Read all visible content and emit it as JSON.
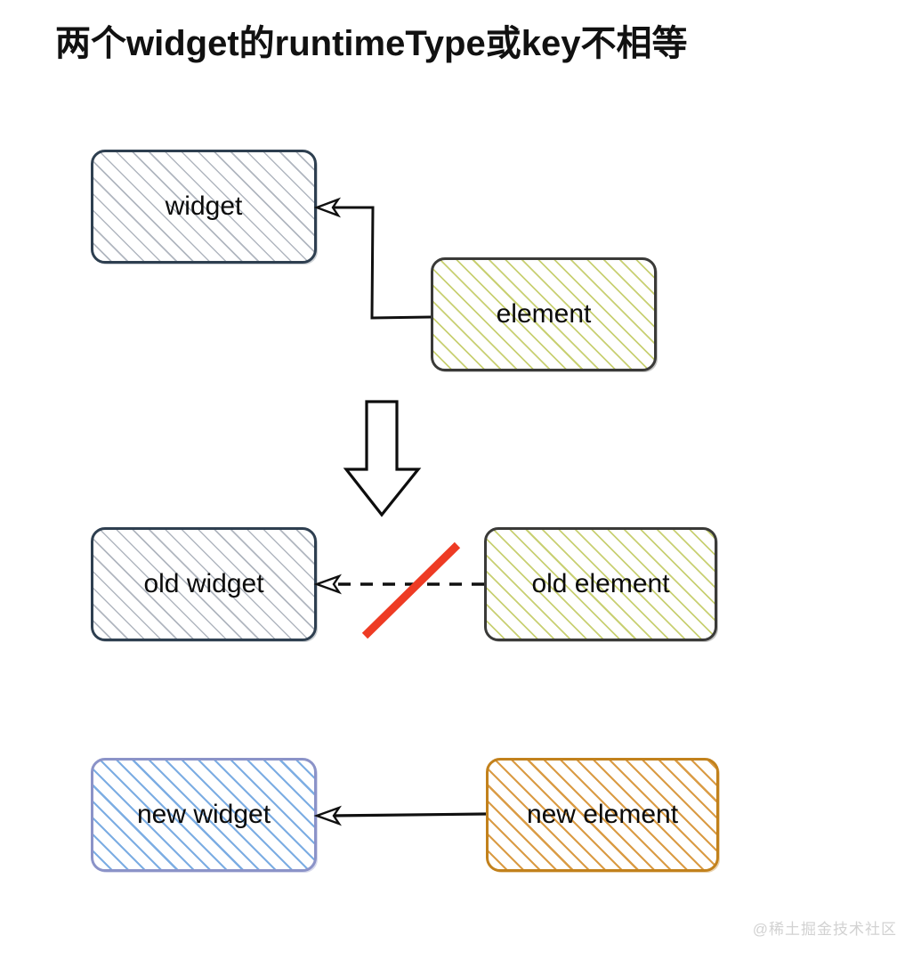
{
  "diagram": {
    "title": "两个widget的runtimeType或key不相等",
    "watermark": "@稀土掘金技术社区",
    "colors": {
      "slate_border": "#2e3f50",
      "slate_hatch": "#969eaa",
      "olive_border": "#3a3a38",
      "olive_hatch": "#c5cd6a",
      "blue_border": "#8b93c8",
      "blue_hatch": "#6ea4e0",
      "amber_border": "#c2811c",
      "amber_hatch": "#d8963a",
      "arrow_stroke": "#101010",
      "red_slash": "#ee3b24",
      "title_text": "#111111",
      "watermark_text": "#d2d2d2"
    },
    "nodes": [
      {
        "id": "widget",
        "label": "widget",
        "style": "slate"
      },
      {
        "id": "element",
        "label": "element",
        "style": "olive"
      },
      {
        "id": "old_widget",
        "label": "old widget",
        "style": "slate"
      },
      {
        "id": "old_element",
        "label": "old element",
        "style": "olive"
      },
      {
        "id": "new_widget",
        "label": "new widget",
        "style": "blue"
      },
      {
        "id": "new_element",
        "label": "new element",
        "style": "amber"
      }
    ],
    "edges": [
      {
        "id": "element-to-widget",
        "from": "element",
        "to": "widget",
        "line": "solid",
        "crossed_out": false
      },
      {
        "id": "old-element-to-old-widget",
        "from": "old_element",
        "to": "old_widget",
        "line": "dashed",
        "crossed_out": true
      },
      {
        "id": "new-element-to-new-widget",
        "from": "new_element",
        "to": "new_widget",
        "line": "solid",
        "crossed_out": false
      }
    ],
    "flow_arrow": {
      "id": "down-block-arrow",
      "direction": "down"
    }
  }
}
